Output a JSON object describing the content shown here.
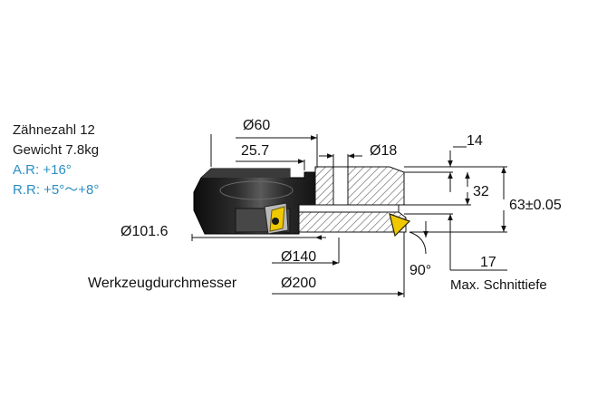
{
  "specs": {
    "teeth": "Zähnezahl 12",
    "weight": "Gewicht 7.8kg",
    "axial_rake": "A.R: +16°",
    "radial_rake": "R.R: +5°～+8°"
  },
  "dimensions": {
    "bore_dia": "Ø60",
    "bore_depth": "25.7",
    "keyway_dia": "Ø18",
    "body_dia": "Ø101.6",
    "flange_dia": "Ø140",
    "tool_dia_label": "Werkzeugdurchmesser",
    "tool_dia": "Ø200",
    "top_height": "14",
    "mid_height": "32",
    "total_height": "63±0.05",
    "lead_angle": "90°",
    "max_depth_value": "17",
    "max_depth_label": "Max. Schnittiefe"
  },
  "colors": {
    "body_dark": "#1e1e1e",
    "insert": "#f0c800",
    "hatch": "#555555",
    "rake_text": "#2a8fc4"
  }
}
